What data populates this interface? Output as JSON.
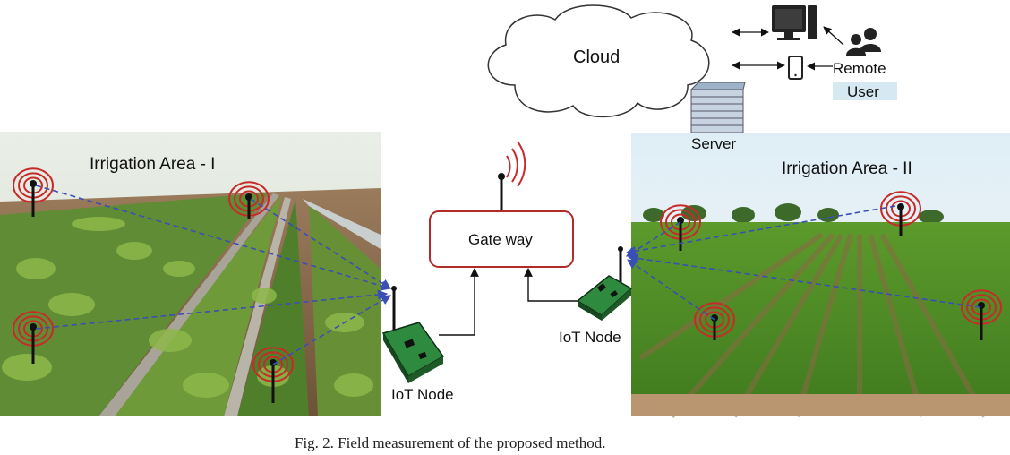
{
  "labels": {
    "cloud": "Cloud",
    "remote": "Remote",
    "user": "User",
    "server": "Server",
    "area1": "Irrigation Area - I",
    "area2": "Irrigation Area - II",
    "gateway": "Gate way",
    "node1": "IoT Node",
    "node2": "IoT Node"
  },
  "caption": "Fig. 2. Field measurement of the proposed method.",
  "colors": {
    "wireless_link": "#3a4fb5",
    "sensor_wave": "#c82a2a",
    "gateway_border": "#b22a2a",
    "node_body": "#2e8a3e",
    "user_band": "#d6e8f2"
  },
  "icons": [
    "cloud-icon",
    "desktop-icon",
    "smartphone-icon",
    "users-icon",
    "server-icon",
    "antenna-icon",
    "iot-node-device-icon",
    "sensor-icon"
  ]
}
